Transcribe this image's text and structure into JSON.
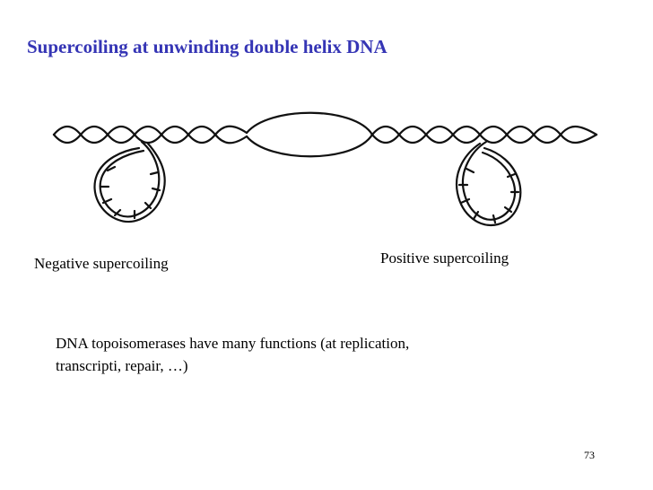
{
  "slide": {
    "title": "Supercoiling at unwinding double helix DNA",
    "labels": {
      "negative": "Negative supercoiling",
      "positive": "Positive supercoiling"
    },
    "body": "DNA topoisomerases have many functions (at replication, transcripti, repair, …)",
    "page_number": "73"
  }
}
